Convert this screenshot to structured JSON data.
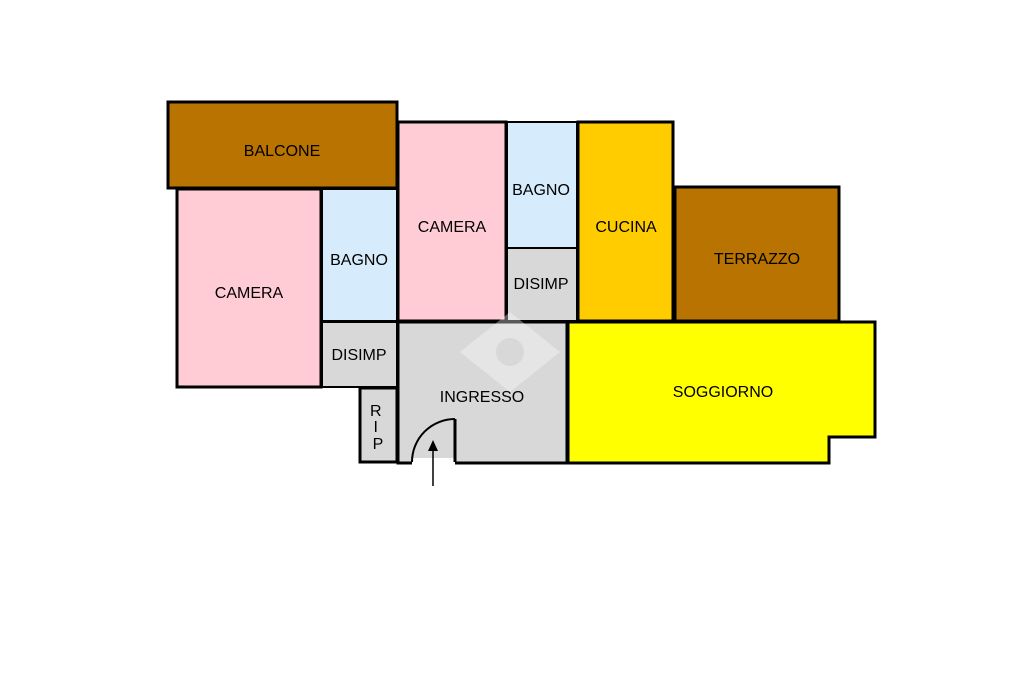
{
  "colors": {
    "balcony": "#B87300",
    "bedroom": "#FFCCD6",
    "bathroom": "#D6EBFB",
    "hallway": "#D8D8D8",
    "kitchen": "#FFCC00",
    "living": "#FFFF00",
    "wall": "#000000",
    "watermark": "#FFFFFF"
  },
  "rooms": {
    "balcone": "BALCONE",
    "camera_left": "CAMERA",
    "bagno_left": "BAGNO",
    "camera_center": "CAMERA",
    "bagno_center": "BAGNO",
    "disimp_center": "DISIMP",
    "cucina": "CUCINA",
    "terrazzo": "TERRAZZO",
    "disimp_left": "DISIMP",
    "rip": "RIP",
    "ingresso": "INGRESSO",
    "soggiorno": "SOGGIORNO"
  },
  "icons": {
    "entrance": "entrance-arrow-icon",
    "door": "door-swing-icon",
    "watermark": "watermark-logo-icon"
  }
}
